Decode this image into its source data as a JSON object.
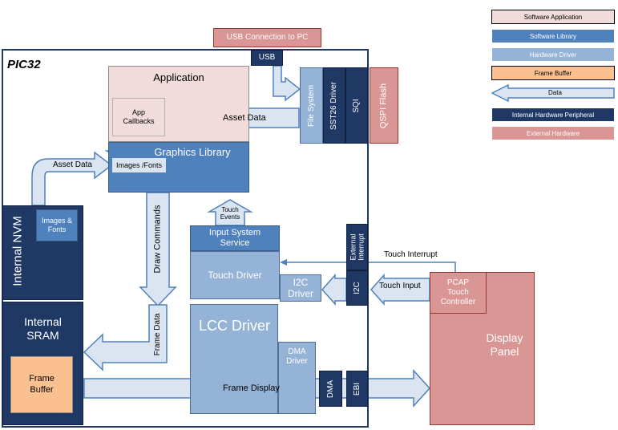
{
  "legend": {
    "software_application": "Software Application",
    "software_library": "Software Library",
    "hardware_driver": "Hardware Driver",
    "frame_buffer": "Frame Buffer",
    "data": "Data",
    "internal_hardware_peripheral": "Internal Hardware Peripheral",
    "external_hardware": "External Hardware"
  },
  "colors": {
    "software_application": "#f2dcdb",
    "software_library": "#4f81bd",
    "hardware_driver": "#95b3d7",
    "frame_buffer": "#fac090",
    "data_arrow": "#dbe5f1",
    "internal_hardware_peripheral": "#1f3864",
    "external_hardware": "#d99694"
  },
  "pic32": {
    "title": "PIC32"
  },
  "usb_connection": "USB Connection to PC",
  "usb": "USB",
  "application": {
    "title": "Application",
    "callbacks": "App Callbacks"
  },
  "graphics_library": {
    "title": "Graphics Library",
    "images_fonts": "Images /Fonts"
  },
  "file_system": "File System",
  "sst26_driver": "SST26 Driver",
  "sqi": "SQI",
  "qspi_flash": "QSPI Flash",
  "internal_nvm": {
    "title": "Internal NVM",
    "images_fonts": "Images & Fonts"
  },
  "internal_sram": {
    "title": "Internal SRAM",
    "frame_buffer": "Frame Buffer"
  },
  "input_system_service": "Input System Service",
  "touch_driver": "Touch Driver",
  "i2c_driver": "I2C Driver",
  "i2c": "I2C",
  "external_interrupt": "External Interrupt",
  "pcap_touch_controller": "PCAP Touch Controller",
  "display_panel": "Display Panel",
  "lcc_driver": "LCC Driver",
  "dma_driver": "DMA Driver",
  "dma": "DMA",
  "ebi": "EBI",
  "flows": {
    "asset_data_app": "Asset Data",
    "asset_data_nvm": "Asset Data",
    "draw_commands": "Draw  Commands",
    "frame_data": "Frame Data",
    "touch_events": "Touch Events",
    "touch_interrupt": "Touch Interrupt",
    "touch_input": "Touch Input",
    "frame_display": "Frame Display"
  }
}
